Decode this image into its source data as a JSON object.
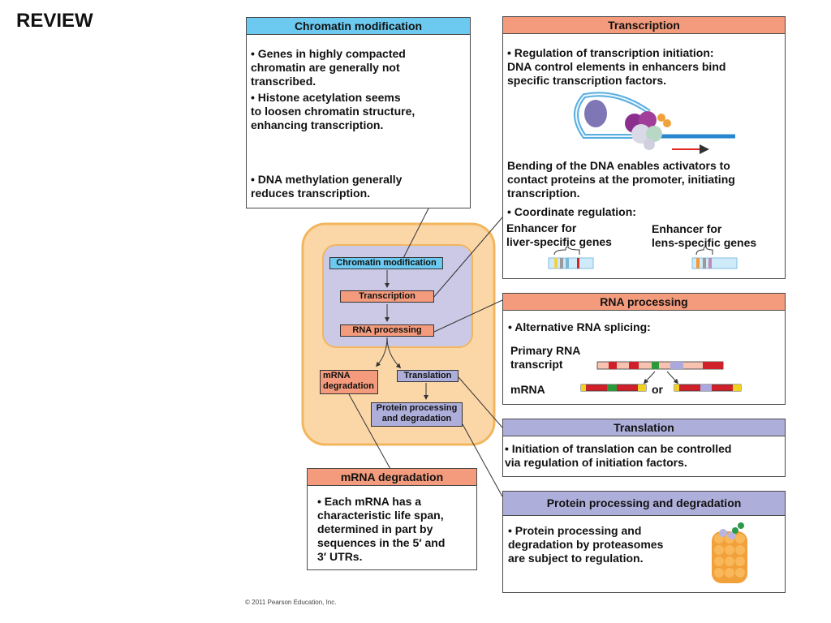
{
  "slide_title": "REVIEW",
  "copyright": "© 2011 Pearson Education, Inc.",
  "center": {
    "chromatin": "Chromatin modification",
    "transcription": "Transcription",
    "rna_processing": "RNA processing",
    "mrna_degradation_line1": "mRNA",
    "mrna_degradation_line2": "degradation",
    "translation": "Translation",
    "protein_line1": "Protein processing",
    "protein_line2": "and degradation"
  },
  "chromatin_box": {
    "header": "Chromatin modification",
    "p1": [
      "• Genes in highly compacted",
      "chromatin are generally not",
      "transcribed."
    ],
    "p2": [
      "• Histone acetylation seems",
      "to loosen chromatin structure,",
      "enhancing transcription."
    ],
    "p3": [
      "• DNA methylation generally",
      "reduces transcription."
    ]
  },
  "transcription_box": {
    "header": "Transcription",
    "p1": [
      "• Regulation of transcription initiation:",
      "DNA control elements in enhancers bind",
      "specific transcription factors."
    ],
    "p2": [
      "Bending of the DNA enables activators to",
      "contact proteins at the promoter, initiating",
      "transcription."
    ],
    "p3": "• Coordinate regulation:",
    "liver": [
      "Enhancer for",
      "liver-specific genes"
    ],
    "lens": [
      "Enhancer for",
      "lens-specific genes"
    ]
  },
  "rna_box": {
    "header": "RNA processing",
    "p1": "• Alternative RNA splicing:",
    "primary": [
      "Primary RNA",
      "transcript"
    ],
    "mrna": "mRNA",
    "or": "or"
  },
  "translation_box": {
    "header": "Translation",
    "p1": [
      "• Initiation of translation can be controlled",
      "via regulation of initiation factors."
    ]
  },
  "protein_box": {
    "header": "Protein processing and degradation",
    "p1": [
      "• Protein processing and",
      "degradation by proteasomes",
      "are subject to regulation."
    ]
  },
  "mrna_box": {
    "header": "mRNA degradation",
    "p1": [
      "• Each mRNA has a",
      "characteristic life span,",
      "determined in part by",
      "sequences in the 5′ and",
      "3′ UTRs."
    ]
  }
}
